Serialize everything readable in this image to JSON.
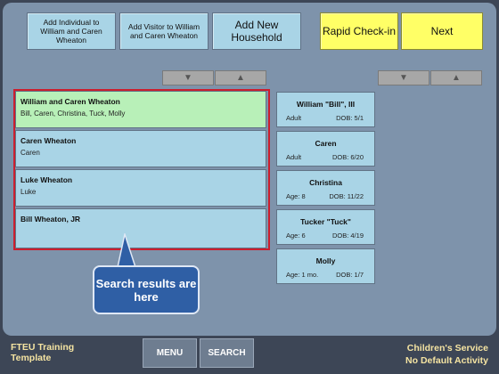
{
  "toolbar": {
    "add_individual": "Add Individual to William and Caren Wheaton",
    "add_visitor": "Add Visitor to William and Caren Wheaton",
    "add_household": "Add New Household",
    "rapid_checkin": "Rapid Check-in",
    "next": "Next"
  },
  "results": [
    {
      "name": "William and Caren Wheaton",
      "members": "Bill, Caren, Christina, Tuck, Molly",
      "selected": true
    },
    {
      "name": "Caren Wheaton",
      "members": "Caren",
      "selected": false
    },
    {
      "name": "Luke Wheaton",
      "members": "Luke",
      "selected": false
    },
    {
      "name": "Bill Wheaton, JR",
      "members": "",
      "selected": false
    }
  ],
  "people": [
    {
      "name": "William \"Bill\", III",
      "age": "Adult",
      "dob": "DOB: 5/1"
    },
    {
      "name": "Caren",
      "age": "Adult",
      "dob": "DOB: 6/20"
    },
    {
      "name": "Christina",
      "age": "Age: 8",
      "dob": "DOB: 11/22"
    },
    {
      "name": "Tucker \"Tuck\"",
      "age": "Age: 6",
      "dob": "DOB: 4/19"
    },
    {
      "name": "Molly",
      "age": "Age: 1 mo.",
      "dob": "DOB: 1/7"
    }
  ],
  "callout": {
    "text": "Search results are here"
  },
  "footer": {
    "org_line1": "FTEU Training",
    "org_line2": "Template",
    "menu_label": "MENU",
    "search_label": "SEARCH",
    "service": "Children's Service",
    "activity": "No Default Activity"
  },
  "icons": {
    "scroll_down": "triangle-down-icon",
    "scroll_up": "triangle-up-icon"
  },
  "colors": {
    "panel": "#7e93ab",
    "button_blue": "#a9d4e6",
    "button_yellow": "#ffff66",
    "selected_row": "#b8f0b8",
    "highlight_border": "#cc1e2e",
    "callout": "#2f5fa5",
    "footer_text": "#f5e4a2"
  }
}
